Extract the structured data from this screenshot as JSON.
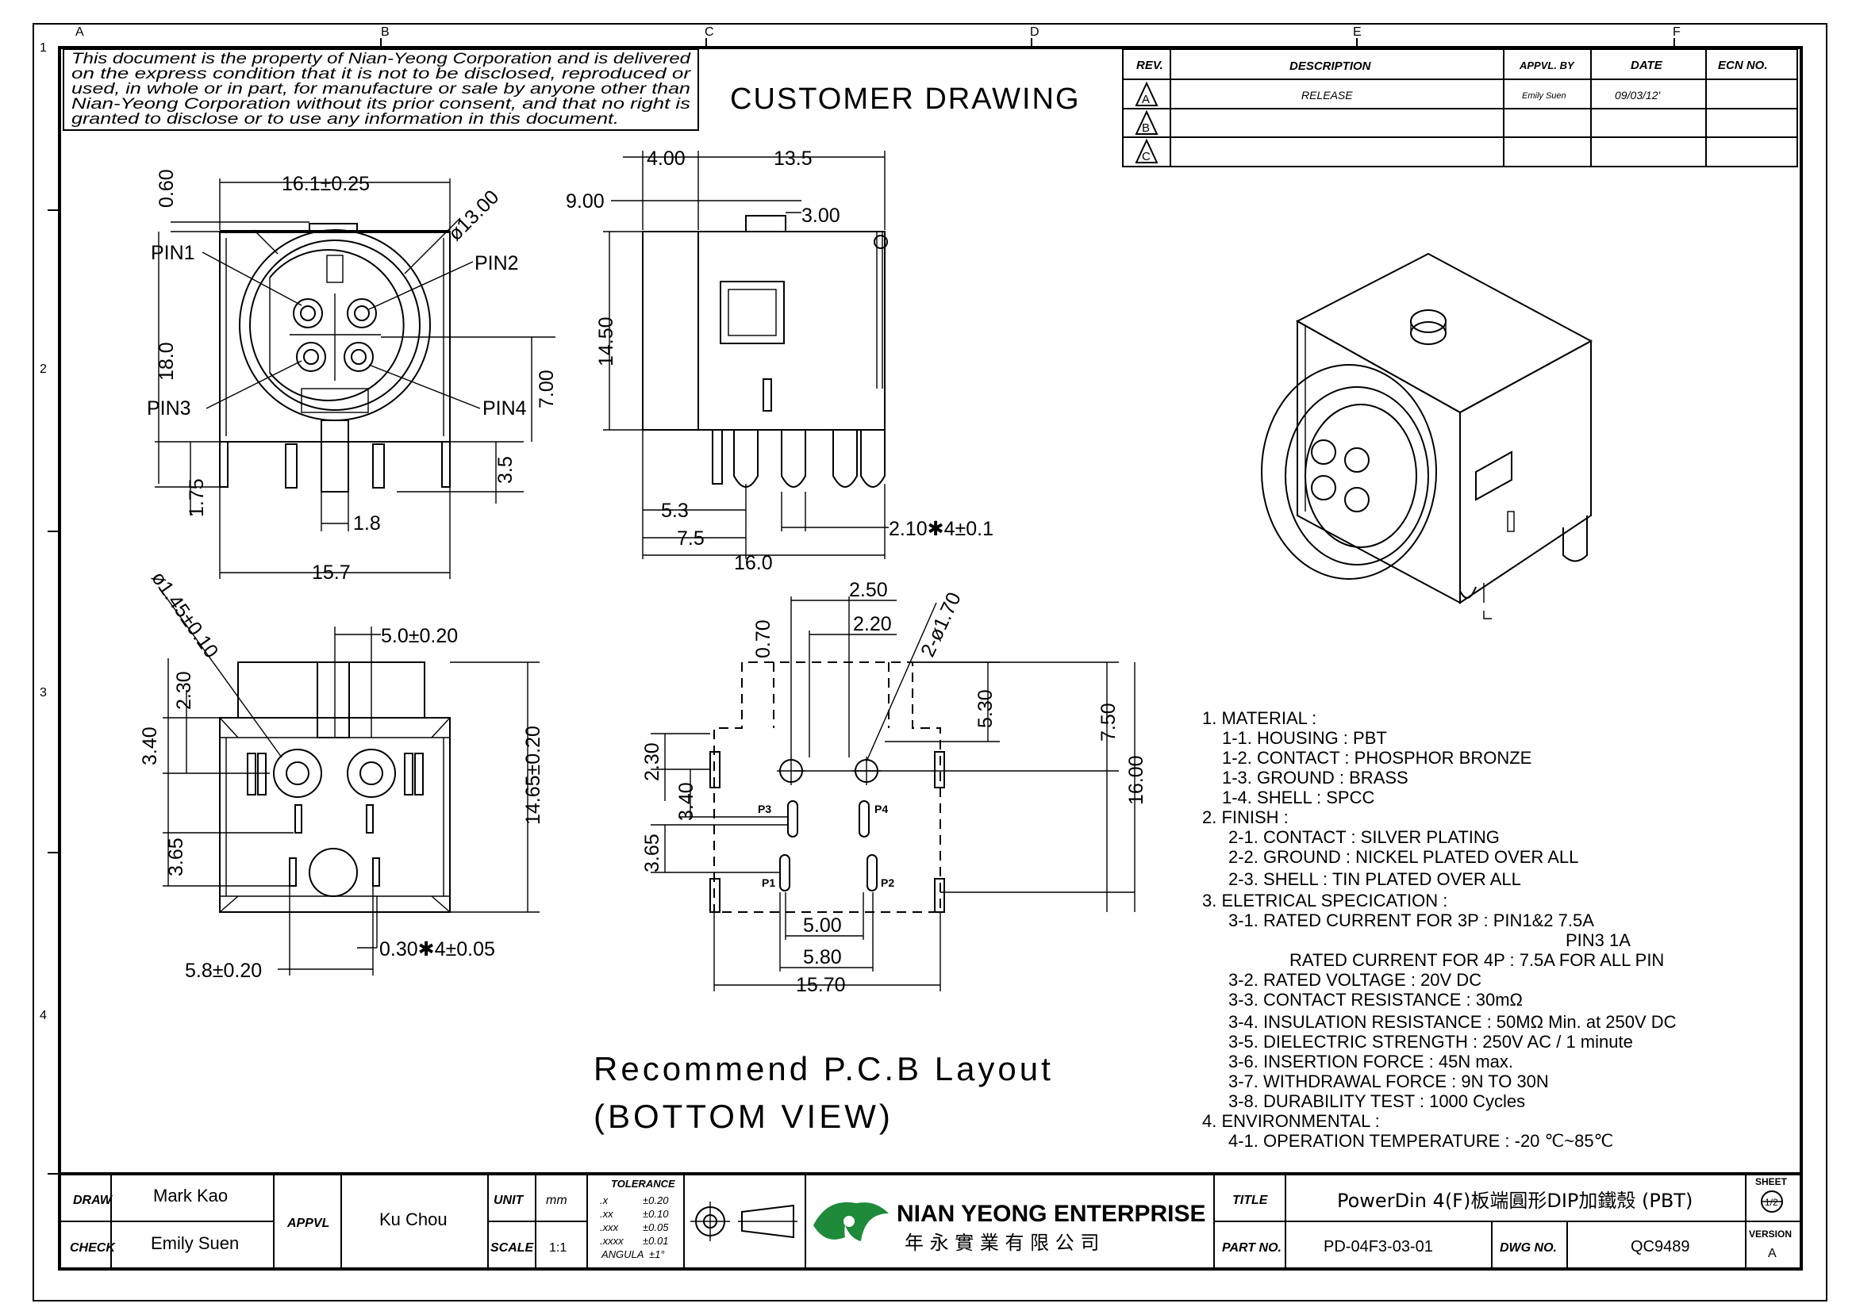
{
  "border": {
    "top_letters": [
      "A",
      "B",
      "C",
      "D",
      "E",
      "F"
    ],
    "side_numbers": [
      "1",
      "2",
      "3",
      "4"
    ]
  },
  "notice": {
    "lines": [
      "This document is the property of Nian-Yeong Corporation and is delivered",
      "on the express condition that it is not to be disclosed, reproduced or",
      "used, in whole or in part, for manufacture or sale by anyone other than",
      "Nian-Yeong Corporation without its prior consent, and that no right is",
      "granted to disclose or to use any information in this document."
    ]
  },
  "drawing_title": "CUSTOMER DRAWING",
  "revision_table": {
    "headers": [
      "REV.",
      "DESCRIPTION",
      "APPVL. BY",
      "DATE",
      "ECN NO."
    ],
    "rows": [
      {
        "rev": "A",
        "description": "RELEASE",
        "appvl": "Emily Suen",
        "date": "09/03/12'",
        "ecn": ""
      },
      {
        "rev": "B",
        "description": "",
        "appvl": "",
        "date": "",
        "ecn": ""
      },
      {
        "rev": "C",
        "description": "",
        "appvl": "",
        "date": "",
        "ecn": ""
      }
    ]
  },
  "front_view": {
    "dims": {
      "width_top": "16.1±0.25",
      "d060": "0.60",
      "dia13": "ø13.00",
      "h18": "18.0",
      "d700": "7.00",
      "d35": "3.5",
      "d175": "1.75",
      "d18": "1.8",
      "width_bottom": "15.7"
    },
    "pins": [
      "PIN1",
      "PIN2",
      "PIN3",
      "PIN4"
    ]
  },
  "side_view": {
    "dims": {
      "d400": "4.00",
      "d135": "13.5",
      "d900": "9.00",
      "d300": "3.00",
      "d1450": "14.50",
      "d53": "5.3",
      "d75": "7.5",
      "d160": "16.0",
      "d210": "2.10✱4±0.1"
    }
  },
  "bottom_view": {
    "dims": {
      "dia145": "ø1.45±0.10",
      "d50": "5.0±0.20",
      "d230": "2.30",
      "d340": "3.40",
      "d365": "3.65",
      "d1465": "14.65±0.20",
      "d58": "5.8±0.20",
      "d030": "0.30✱4±0.05"
    }
  },
  "pcb_layout": {
    "dims": {
      "d250": "2.50",
      "d220": "2.20",
      "d070": "0.70",
      "dia170": "2-ø1.70",
      "d530": "5.30",
      "d750": "7.50",
      "d1600": "16.00",
      "d230": "2.30",
      "d340": "3.40",
      "d365": "3.65",
      "d500": "5.00",
      "d580": "5.80",
      "d1570": "15.70"
    },
    "pin_labels": [
      "P3",
      "P4",
      "P1",
      "P2"
    ],
    "caption_line1": "Recommend P.C.B Layout",
    "caption_line2": "(BOTTOM VIEW)"
  },
  "specs": [
    "1. MATERIAL :",
    "1-1. HOUSING : PBT",
    "1-2. CONTACT : PHOSPHOR BRONZE",
    "1-3. GROUND : BRASS",
    "1-4. SHELL : SPCC",
    "2. FINISH :",
    "2-1. CONTACT : SILVER PLATING",
    "2-2. GROUND : NICKEL PLATED OVER ALL",
    "2-3. SHELL : TIN PLATED OVER ALL",
    "3. ELETRICAL SPECICATION :",
    "3-1. RATED CURRENT FOR 3P : PIN1&2 7.5A",
    "PIN3 1A",
    "RATED CURRENT FOR 4P : 7.5A FOR ALL PIN",
    "3-2. RATED VOLTAGE : 20V DC",
    "3-3. CONTACT RESISTANCE : 30mΩ",
    "3-4. INSULATION RESISTANCE : 50MΩ Min. at 250V DC",
    "3-5. DIELECTRIC STRENGTH : 250V AC / 1 minute",
    "3-6. INSERTION FORCE : 45N max.",
    "3-7. WITHDRAWAL FORCE : 9N TO 30N",
    "3-8. DURABILITY TEST : 1000 Cycles",
    "4. ENVIRONMENTAL :",
    "4-1. OPERATION TEMPERATURE : -20 ℃~85℃"
  ],
  "title_block": {
    "draw_label": "DRAW",
    "draw_name": "Mark Kao",
    "check_label": "CHECK",
    "check_name": "Emily Suen",
    "appvl_label": "APPVL",
    "appvl_name": "Ku Chou",
    "unit_label": "UNIT",
    "unit_value": "mm",
    "scale_label": "SCALE",
    "scale_value": "1:1",
    "tolerance_label": "TOLERANCE",
    "tolerances": [
      {
        "k": ".x",
        "v": "±0.20"
      },
      {
        "k": ".xx",
        "v": "±0.10"
      },
      {
        "k": ".xxx",
        "v": "±0.05"
      },
      {
        "k": ".xxxx",
        "v": "±0.01"
      },
      {
        "k": "ANGULA",
        "v": "±1°"
      }
    ],
    "company_en": "NIAN YEONG ENTERPRISE",
    "company_zh": "年 永 實 業 有 限 公 司",
    "title_label": "TITLE",
    "title_value": "PowerDin 4(F)板端圓形DIP加鐵殼 (PBT)",
    "partno_label": "PART NO.",
    "partno_value": "PD-04F3-03-01",
    "dwgno_label": "DWG NO.",
    "dwgno_value": "QC9489",
    "sheet_label": "SHEET",
    "sheet_value": "1/2",
    "version_label": "VERSION",
    "version_value": "A"
  }
}
